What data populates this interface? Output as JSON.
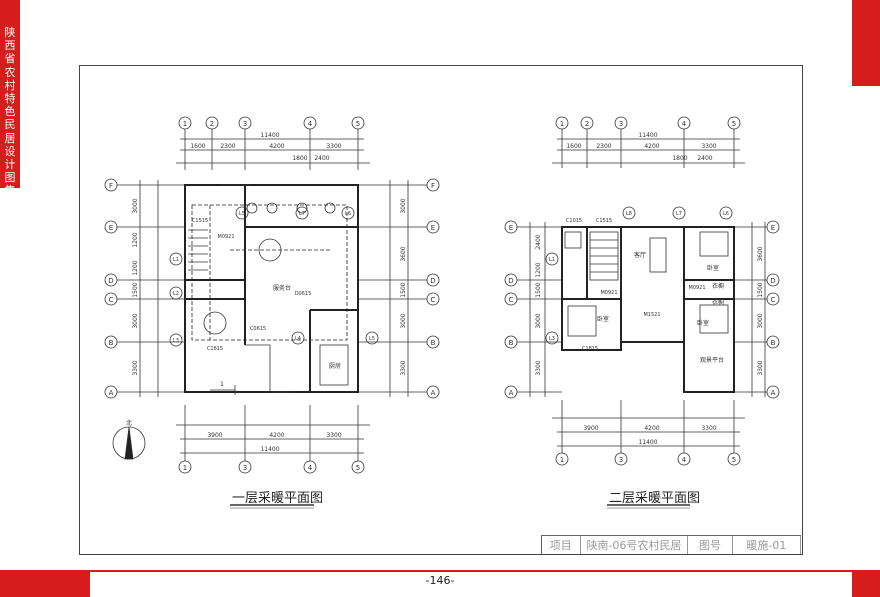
{
  "side_banner": "陕西省农村特色民居设计图集",
  "page_number": "-146-",
  "title_block": {
    "label_project": "项目",
    "project": "陕南-06号农村民居",
    "label_drawing_no": "图号",
    "drawing_no": "暖施-01"
  },
  "plan1": {
    "title": "一层采暖平面图",
    "total_dim": "11400",
    "top_dims": [
      "1600",
      "2300",
      "4200",
      "1800",
      "2400",
      "3300"
    ],
    "bottom_dims_a": [
      "3900",
      "4200",
      "3300"
    ],
    "axis_numbers": [
      "1",
      "2",
      "3",
      "4",
      "5"
    ],
    "axis_letters": [
      "F",
      "E",
      "D",
      "C",
      "B",
      "A"
    ],
    "side_dims": [
      "3000",
      "1200",
      "1200",
      "1500",
      "3000",
      "3300"
    ],
    "right_dims": [
      "3000",
      "3600",
      "1500",
      "3000",
      "3300"
    ],
    "rooms": {
      "service": "服务台",
      "kitchen": "厨房"
    },
    "doors": [
      "M0921",
      "C1515",
      "C0615",
      "D0615",
      "C1815"
    ],
    "section_mark": "1",
    "north": "北"
  },
  "plan2": {
    "title": "二层采暖平面图",
    "total_dim": "11400",
    "top_dims": [
      "1600",
      "2300",
      "4200",
      "1800",
      "2400",
      "3300"
    ],
    "bottom_dims_a": [
      "3900",
      "4200",
      "3300"
    ],
    "axis_numbers": [
      "1",
      "2",
      "3",
      "4",
      "5"
    ],
    "axis_letters": [
      "E",
      "D",
      "C",
      "B",
      "A"
    ],
    "side_dims": [
      "2400",
      "1200",
      "1500",
      "3000",
      "3300"
    ],
    "right_dims": [
      "3600",
      "1500",
      "3000",
      "3300"
    ],
    "rooms": {
      "living": "客厅",
      "bed1": "卧室",
      "bed2": "卧室",
      "bed3": "卧室",
      "wardrobe1": "衣橱",
      "wardrobe2": "衣橱",
      "terrace": "观景平台"
    },
    "doors": [
      "C1015",
      "C1515",
      "M0921",
      "M0921",
      "M1521",
      "C1815"
    ]
  }
}
